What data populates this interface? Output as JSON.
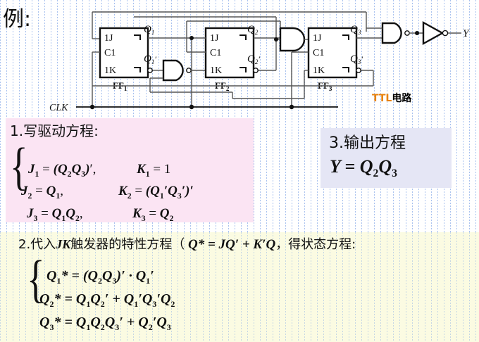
{
  "page": {
    "example_label": "例:",
    "background_color": "#ffffff",
    "cream_band_color": "#fbfbe2",
    "grid_line_color": "#78a0e6"
  },
  "circuit": {
    "clk_label": "CLK",
    "output_label": "Y",
    "ttl_label_en": "TTL",
    "ttl_label_cn": "电路",
    "ttl_color_en": "#e8820c",
    "ttl_color_cn": "#000000",
    "flipflops": [
      {
        "name": "FF1",
        "name_base": "FF",
        "name_sub": "1",
        "pins": [
          "1J",
          "C1",
          "1K"
        ],
        "q_label": "Q",
        "q_sub": "1",
        "qn_label": "Q",
        "qn_sub": "1",
        "qn_prime": "′"
      },
      {
        "name": "FF2",
        "name_base": "FF",
        "name_sub": "2",
        "pins": [
          "1J",
          "C1",
          "1K"
        ],
        "q_label": "Q",
        "q_sub": "2",
        "qn_label": "Q",
        "qn_sub": "2",
        "qn_prime": "′"
      },
      {
        "name": "FF3",
        "name_base": "FF",
        "name_sub": "3",
        "pins": [
          "1J",
          "C1",
          "1K"
        ],
        "q_label": "Q",
        "q_sub": "3",
        "qn_label": "Q",
        "qn_sub": "3",
        "qn_prime": "′"
      }
    ],
    "gates": [
      {
        "type": "nand",
        "id": "nand-g1"
      },
      {
        "type": "nand",
        "id": "nand-g2"
      },
      {
        "type": "nand",
        "id": "nand-g3"
      },
      {
        "type": "inverter",
        "id": "inverter-g4"
      }
    ]
  },
  "drive_section": {
    "background_color": "#fbe4f3",
    "title": "1.写驱动方程:",
    "rows": [
      {
        "j": "J",
        "j_sub": "1",
        "j_rhs": "= (Q₂Q₃)′,",
        "k": "K",
        "k_sub": "1",
        "k_rhs": "= 1"
      },
      {
        "j": "J",
        "j_sub": "2",
        "j_rhs": "= Q₁,",
        "k": "K",
        "k_sub": "2",
        "k_rhs": "= (Q₁′Q₃′)′"
      },
      {
        "j": "J",
        "j_sub": "3",
        "j_rhs": "= Q₁Q₂,",
        "k": "K",
        "k_sub": "3",
        "k_rhs": "= Q₂"
      }
    ],
    "rows_plain": [
      "J1 = (Q2Q3)′,    K1 = 1",
      "J2 = Q1,    K2 = (Q1′Q3′)′",
      "J3 = Q1Q2,    K3 = Q2"
    ]
  },
  "output_section": {
    "background_color": "#e5e6f5",
    "title": "3.输出方程",
    "equation_plain": "Y = Q2Q3"
  },
  "step2": {
    "prefix": "2.代入",
    "jk": "JK",
    "middle": "触发器的特性方程（",
    "characteristic_eq": "Q* = JQ′ + K′Q",
    "suffix": "，得状态方程:"
  },
  "state_section": {
    "rows_plain": [
      "Q1* = (Q2Q3)′ · Q1′",
      "Q2* = Q1Q2′ + Q1′Q3′Q2",
      "Q3* = Q1Q2Q3′ + Q2′Q3"
    ]
  }
}
